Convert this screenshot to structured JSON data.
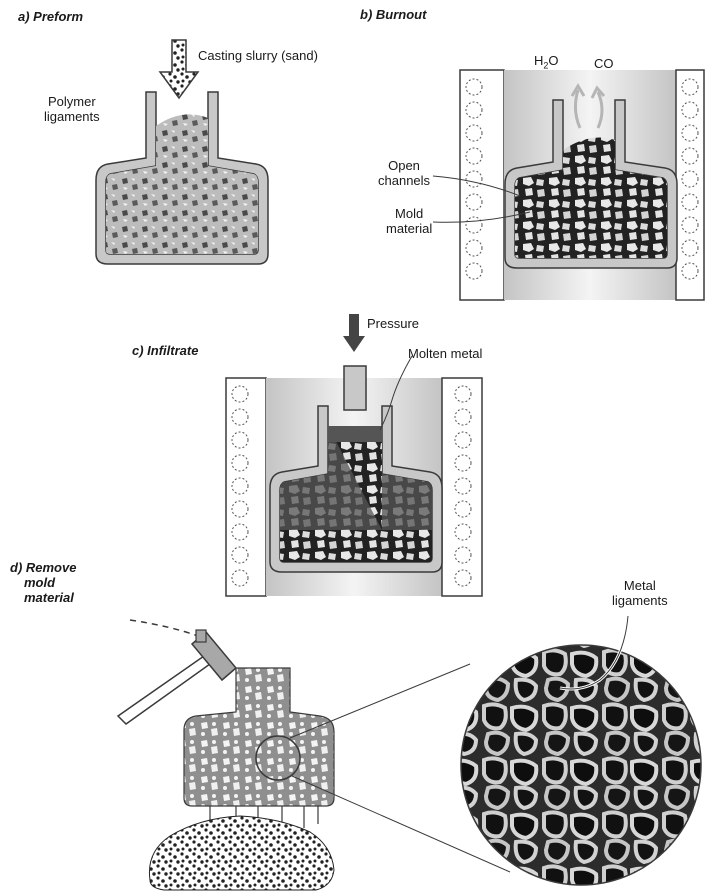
{
  "steps": {
    "a": "a) Preform",
    "b": "b) Burnout",
    "c": "c) Infiltrate",
    "d_line1": "d) Remove",
    "d_line2": "mold",
    "d_line3": "material"
  },
  "labels": {
    "casting_slurry": "Casting slurry (sand)",
    "polymer_line1": "Polymer",
    "polymer_line2": "ligaments",
    "h2o_main": "H",
    "h2o_sub": "2",
    "h2o_tail": "O",
    "co": "CO",
    "open_line1": "Open",
    "open_line2": "channels",
    "mold_line1": "Mold",
    "mold_line2": "material",
    "pressure": "Pressure",
    "molten_metal": "Molten metal",
    "metal_line1": "Metal",
    "metal_line2": "ligaments"
  },
  "colors": {
    "outline": "#3a3a3a",
    "wall_fill": "#c8c8c8",
    "furnace_glow": "#d9d9d9",
    "mold_dark": "#2a2a2a",
    "molten": "#555555",
    "preform_light": "#bdbdbd",
    "metal_part": "#8f8f8f"
  }
}
